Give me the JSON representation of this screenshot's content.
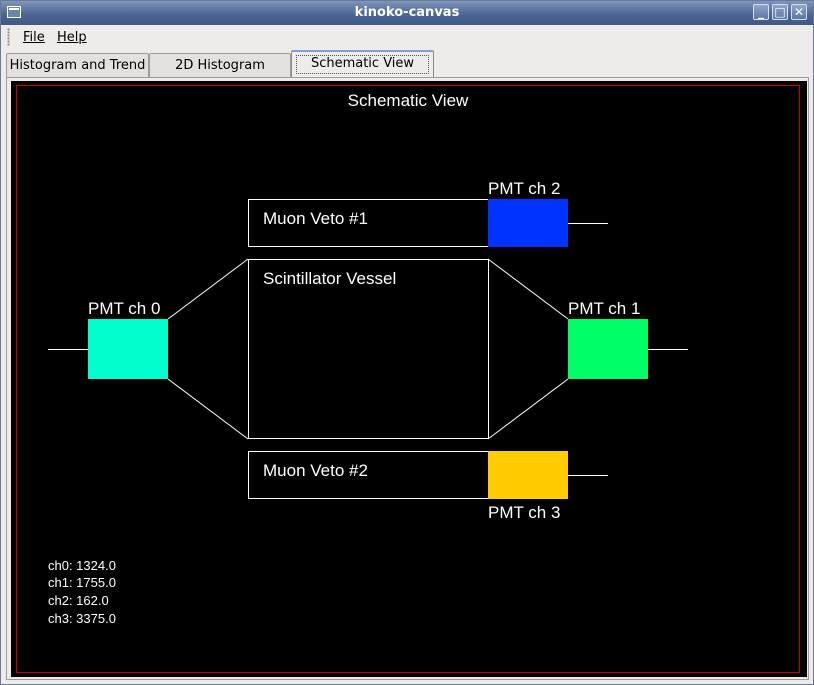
{
  "window": {
    "title": "kinoko-canvas",
    "minimize_glyph": "_",
    "maximize_glyph": "□",
    "close_glyph": "✕"
  },
  "menu": {
    "file": "File",
    "help": "Help"
  },
  "tabs": [
    {
      "label": "Histogram and Trend",
      "active": false
    },
    {
      "label": "2D Histogram",
      "active": false
    },
    {
      "label": "Schematic View",
      "active": true
    }
  ],
  "schematic": {
    "title": "Schematic View",
    "muon_veto_1": "Muon Veto #1",
    "muon_veto_2": "Muon Veto #2",
    "vessel": "Scintillator Vessel",
    "pmts": [
      {
        "label": "PMT ch 0",
        "color": "#00ffcc"
      },
      {
        "label": "PMT ch 1",
        "color": "#00ff66"
      },
      {
        "label": "PMT ch 2",
        "color": "#0033ff"
      },
      {
        "label": "PMT ch 3",
        "color": "#ffcc00"
      }
    ],
    "readouts": [
      "ch0: 1324.0",
      "ch1: 1755.0",
      "ch2: 162.0",
      "ch3: 3375.0"
    ],
    "frame_color": "#cc0000"
  }
}
